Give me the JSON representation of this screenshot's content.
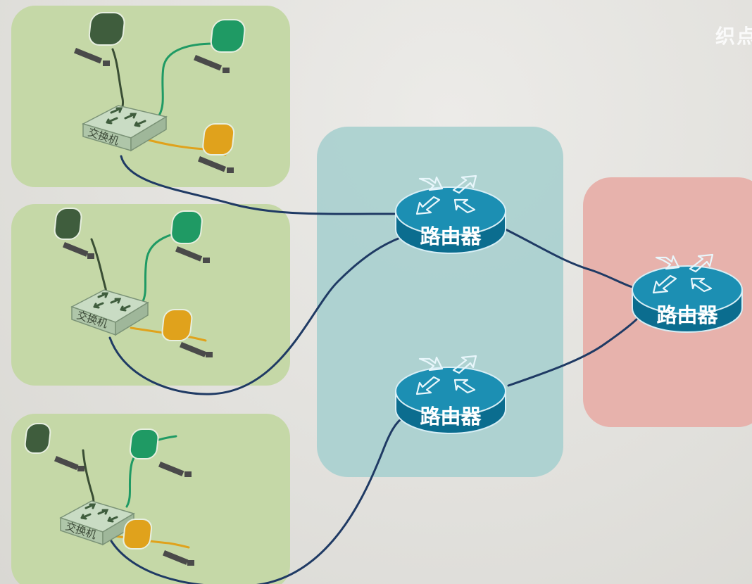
{
  "watermark": "织点",
  "labels": {
    "router": "路由器",
    "switch": "交换机"
  },
  "colors": {
    "lan_bg": "#c5d8a7",
    "core_bg": "#a9d0cf",
    "remote_bg": "#e7b2ac",
    "router_body": "#0e7ca0",
    "router_top": "#1c8fb3",
    "cable_trunk": "#1f3a64",
    "pc_dark": "#3f5d3d",
    "pc_green": "#1f9a64",
    "pc_orange": "#e0a21c",
    "switch_face": "#c9dcc4"
  },
  "diagram": {
    "lans": [
      "lan-1",
      "lan-2",
      "lan-3"
    ],
    "routers": [
      "router-core-top",
      "router-core-bottom",
      "router-remote"
    ],
    "links": [
      [
        "lan-1-switch",
        "router-core-top"
      ],
      [
        "lan-2-switch",
        "router-core-top"
      ],
      [
        "lan-3-switch",
        "router-core-bottom"
      ],
      [
        "router-core-top",
        "router-remote"
      ],
      [
        "router-core-bottom",
        "router-remote"
      ]
    ]
  }
}
